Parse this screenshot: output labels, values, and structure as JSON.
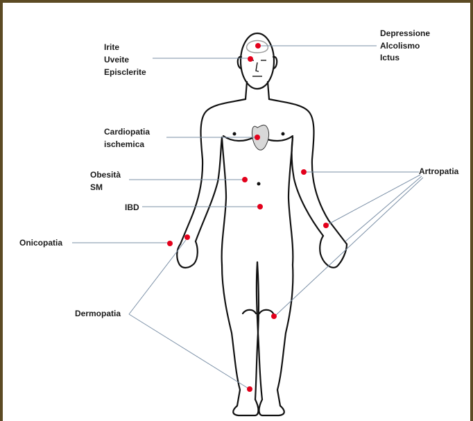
{
  "labels": {
    "depressione": "Depressione",
    "alcolismo": "Alcolismo",
    "ictus": "Ictus",
    "irite": "Irite",
    "uveite": "Uveite",
    "episclerite": "Episclerite",
    "cardiopatia_1": "Cardiopatia",
    "cardiopatia_2": "ischemica",
    "obesita": "Obesità",
    "sm": "SM",
    "ibd": "IBD",
    "onicopatia": "Onicopatia",
    "dermopatia": "Dermopatia",
    "artropatia": "Artropatia"
  },
  "colors": {
    "frame": "#5c4a24",
    "dot": "#e3001b",
    "leader": "#7a8fa6",
    "outline": "#111111"
  }
}
